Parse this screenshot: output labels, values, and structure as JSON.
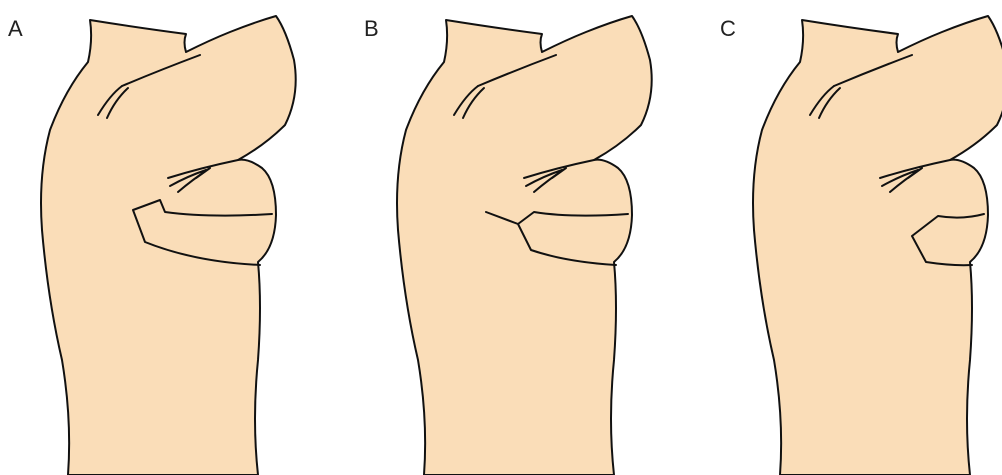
{
  "colors": {
    "skin": "#FADDB8",
    "line": "#111111",
    "background": "#FFFFFF"
  },
  "panels": [
    {
      "label": "A",
      "variant": "incision-extended-loop"
    },
    {
      "label": "B",
      "variant": "incision-with-lateral-tail"
    },
    {
      "label": "C",
      "variant": "small-lower-pole-incision"
    }
  ]
}
